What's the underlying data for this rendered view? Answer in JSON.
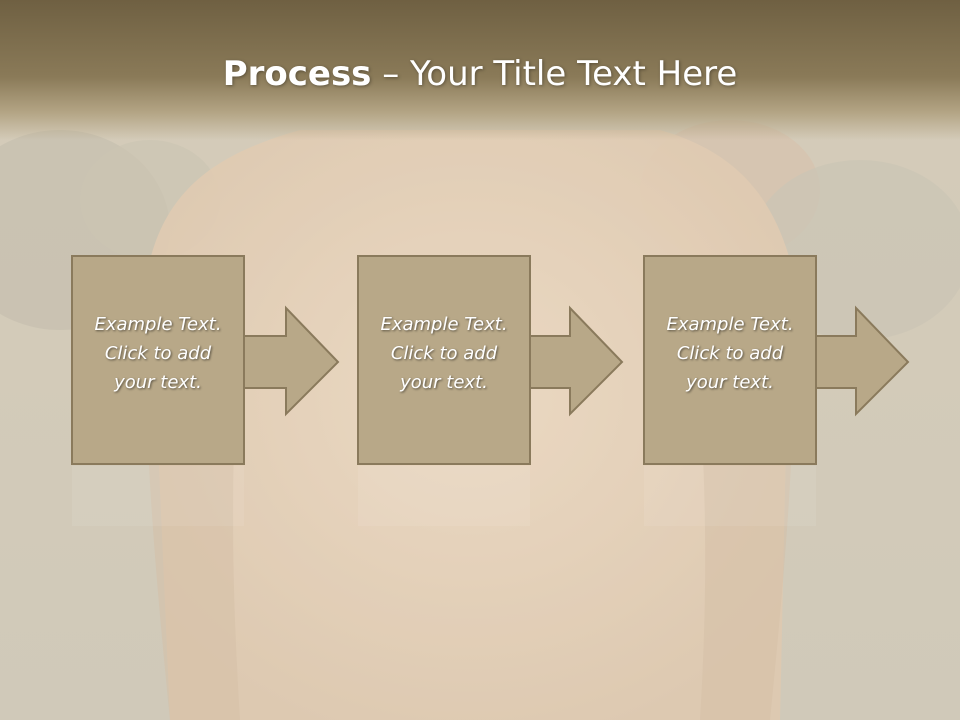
{
  "slide": {
    "title_bold": "Process",
    "title_rest": " – Your Title Text Here"
  },
  "steps": [
    {
      "lines": [
        "Example Text.",
        "Click  to add",
        "your text."
      ]
    },
    {
      "lines": [
        "Example Text.",
        "Click  to add",
        "your text."
      ]
    },
    {
      "lines": [
        "Example Text.",
        "Click  to add",
        "your text."
      ]
    }
  ],
  "colors": {
    "box_fill": "#b8a888",
    "box_stroke": "#8a7a5c",
    "title_band": "#7a6a4a"
  }
}
